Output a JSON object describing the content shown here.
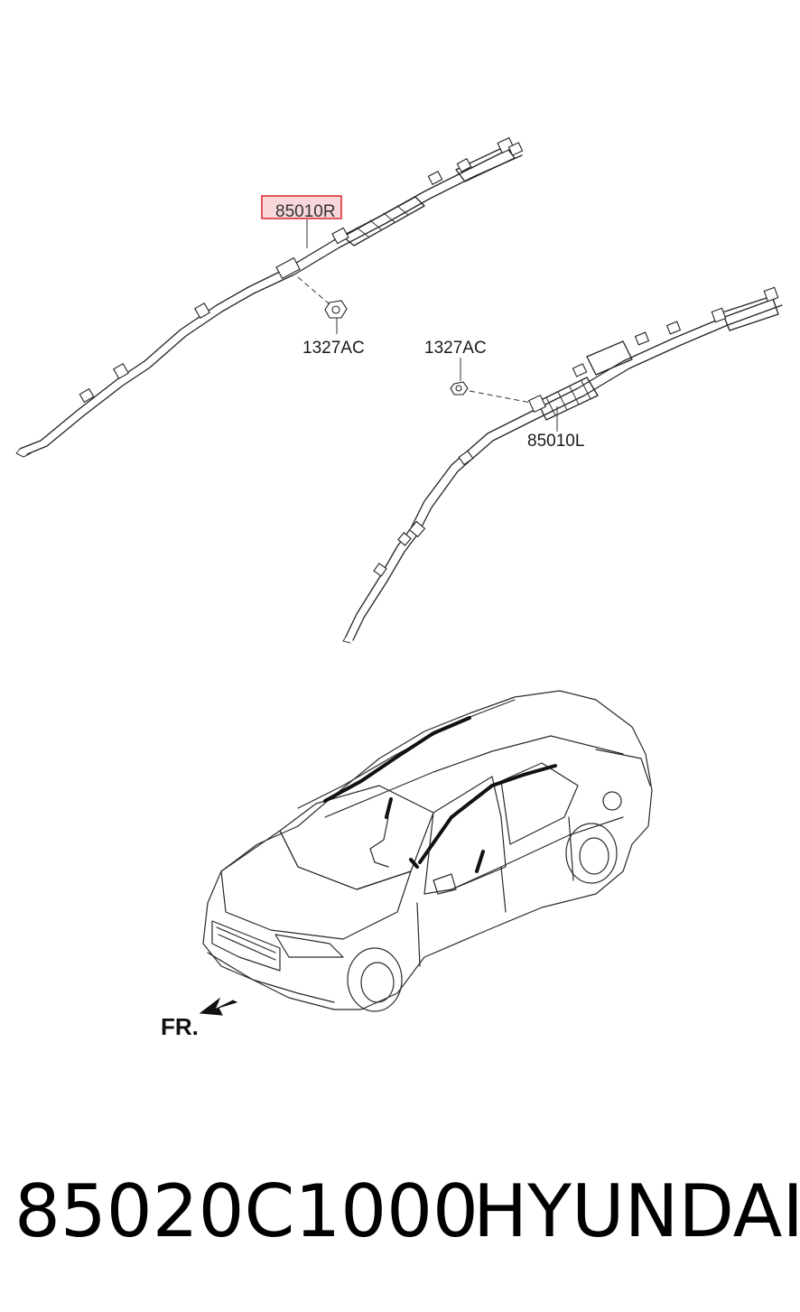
{
  "labels": {
    "part_right": "85010R",
    "part_left": "85010L",
    "nut_right": "1327AC",
    "nut_left": "1327AC",
    "front_marker": "FR."
  },
  "footer": {
    "part_number": "85020C1000",
    "brand": "HYUNDAI"
  },
  "colors": {
    "highlight_stroke": "#e0303a",
    "highlight_fill": "#f8d7da",
    "line": "#222222"
  },
  "icons": [
    "front-arrow-icon"
  ]
}
